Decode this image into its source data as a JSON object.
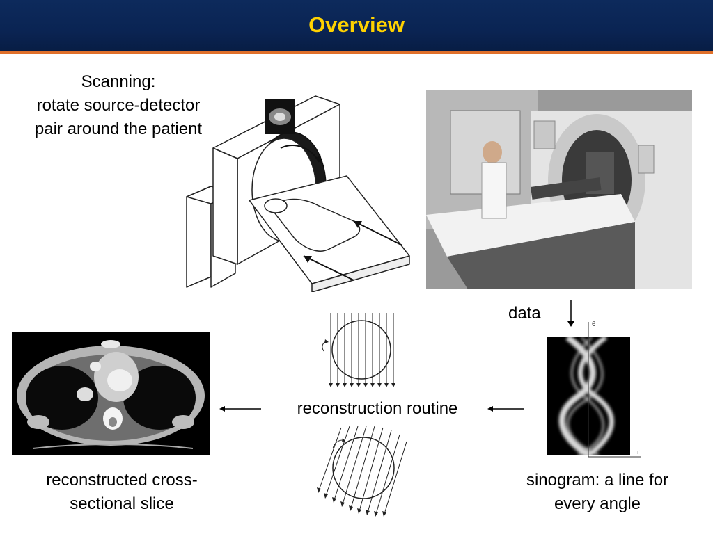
{
  "header": {
    "title": "Overview"
  },
  "labels": {
    "scanning_line1": "Scanning:",
    "scanning_line2": "rotate source-detector",
    "scanning_line3": "pair around the patient",
    "data": "data",
    "reconstruction": "reconstruction routine",
    "slice_line1": "reconstructed cross-",
    "slice_line2": "sectional slice",
    "sinogram_line1": "sinogram: a line for",
    "sinogram_line2": "every angle"
  },
  "figure_labels": {
    "theta": "θ",
    "r": "r"
  },
  "colors": {
    "header_bg": "#0b2657",
    "accent": "#e0702a",
    "title": "#ffd200"
  }
}
